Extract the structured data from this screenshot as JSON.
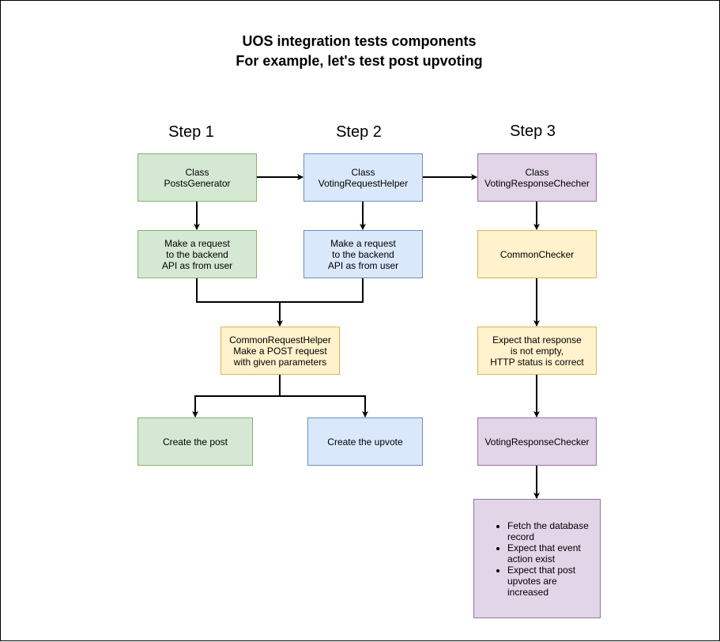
{
  "title": {
    "line1": "UOS integration tests components",
    "line2": "For example, let's test post upvoting"
  },
  "steps": [
    "Step 1",
    "Step 2",
    "Step 3"
  ],
  "nodes": {
    "posts_generator": {
      "lines": [
        "Class",
        "PostsGenerator"
      ]
    },
    "voting_request_helper": {
      "lines": [
        "Class",
        "VotingRequestHelper"
      ]
    },
    "voting_response_checher": {
      "lines": [
        "Class",
        "VotingResponseChecher"
      ]
    },
    "request_step1": {
      "lines": [
        "Make a request",
        "to the backend",
        "API as from user"
      ]
    },
    "request_step2": {
      "lines": [
        "Make a request",
        "to the backend",
        "API as from user"
      ]
    },
    "common_checker": {
      "lines": [
        "CommonChecker"
      ]
    },
    "common_request_helper": {
      "lines": [
        "CommonRequestHelper",
        "Make a POST request",
        "with given parameters"
      ]
    },
    "expect_response": {
      "lines": [
        "Expect that response",
        "is not empty,",
        "HTTP status is correct"
      ]
    },
    "create_post": {
      "lines": [
        "Create the post"
      ]
    },
    "create_upvote": {
      "lines": [
        "Create the upvote"
      ]
    },
    "voting_response_checker": {
      "lines": [
        "VotingResponseChecker"
      ]
    },
    "checks": {
      "items": [
        "Fetch the database record",
        "Expect that event action exist",
        "Expect that post upvotes are increased"
      ]
    }
  },
  "colors": {
    "green_fill": "#d5e8d4",
    "green_stroke": "#82b366",
    "blue_fill": "#dae8fc",
    "blue_stroke": "#6c8ebf",
    "purple_fill": "#e1d5e7",
    "purple_stroke": "#9673a6",
    "yellow_fill": "#fff2cc",
    "yellow_stroke": "#d6b656"
  }
}
